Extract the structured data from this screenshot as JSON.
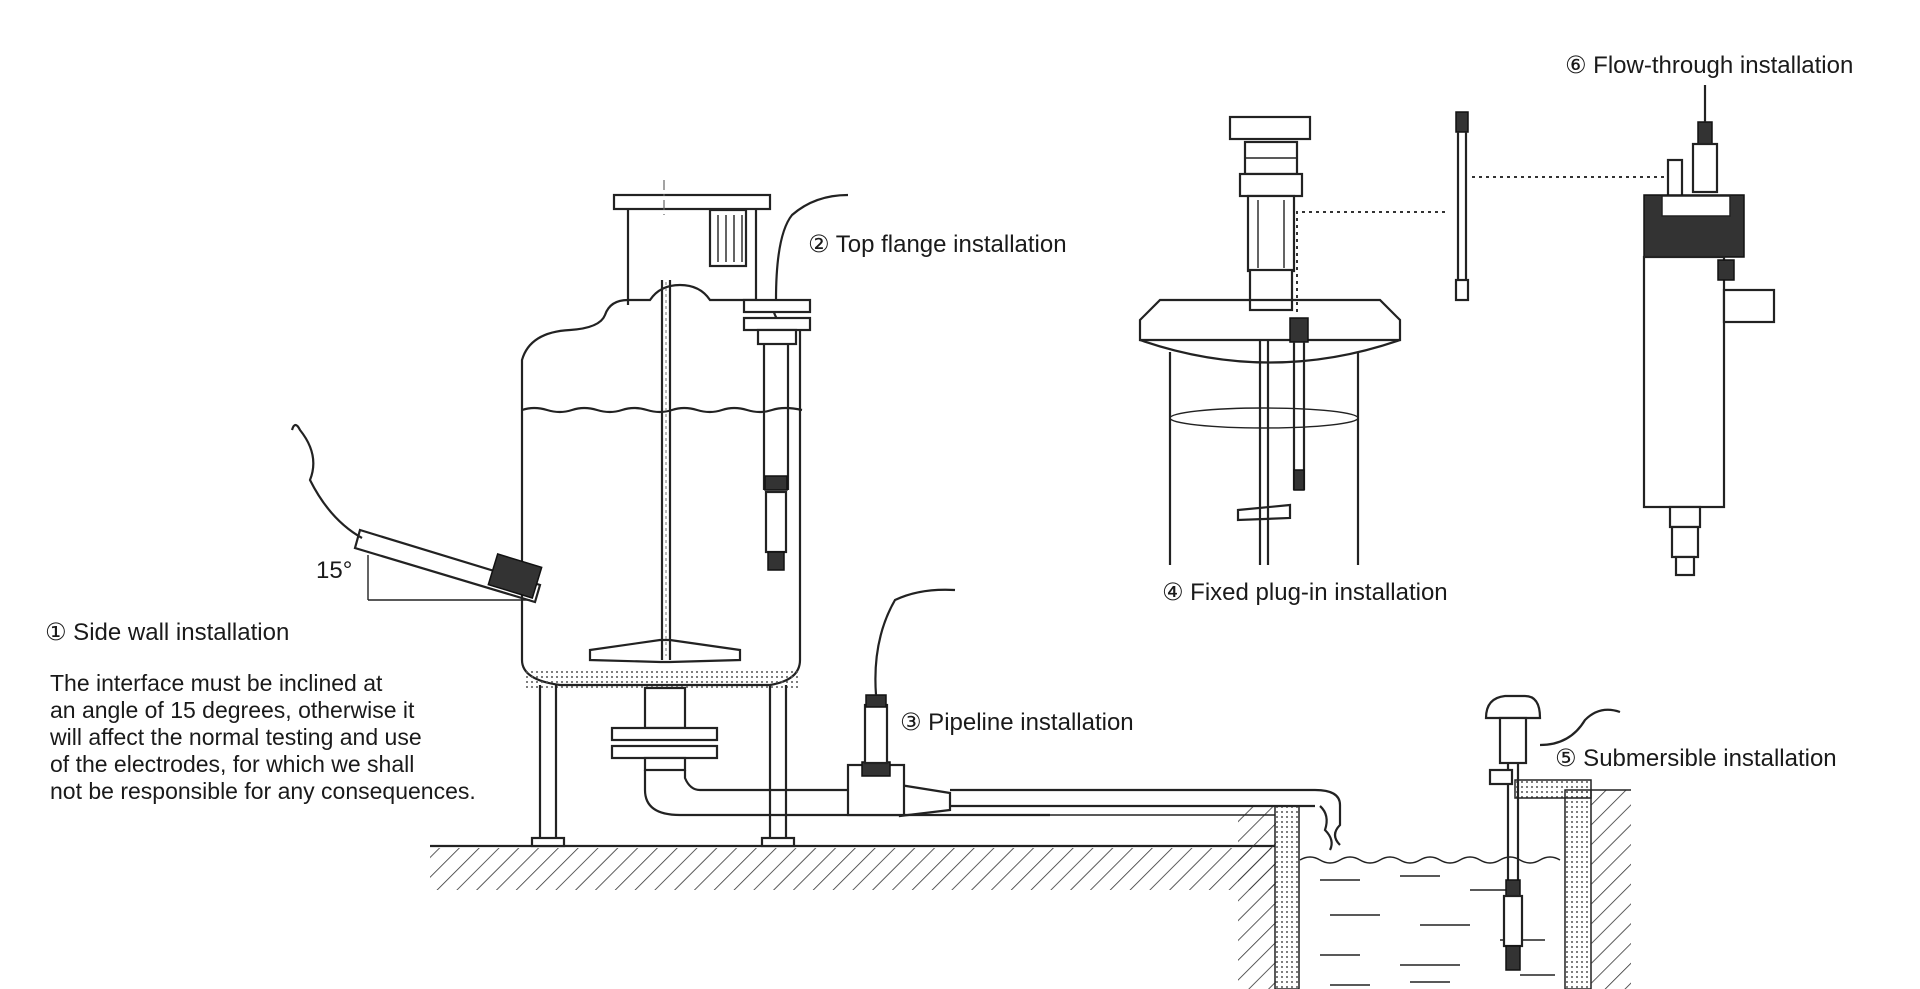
{
  "labels": {
    "side_wall": "① Side wall installation",
    "top_flange": "② Top flange installation",
    "pipeline": "③ Pipeline installation",
    "fixed_plugin": "④ Fixed plug-in installation",
    "submersible": "⑤ Submersible installation",
    "flow_through": "⑥ Flow-through installation",
    "angle": "15°"
  },
  "note": {
    "lines": [
      "The interface must be inclined at",
      "an angle of 15 degrees, otherwise it",
      "will affect the normal testing and use",
      "of the electrodes, for which we shall",
      "not be responsible for any consequences."
    ]
  }
}
